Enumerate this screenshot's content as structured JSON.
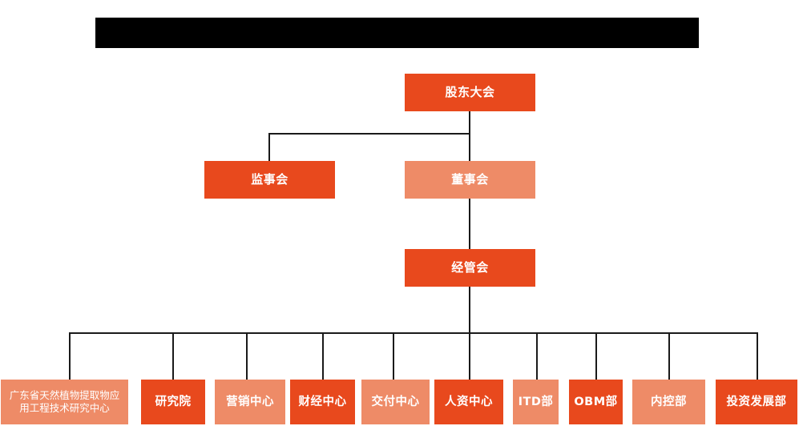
{
  "page": {
    "background_color": "#FFFFFF",
    "title_bar": {
      "label": "",
      "state": "redacted",
      "color": "#000000"
    }
  },
  "palette": {
    "dark_orange": "#E8491D",
    "light_orange": "#EE8B67",
    "connector": "#1A1A1A",
    "node_text": "#FFFFFF"
  },
  "org_chart": {
    "type": "organization-hierarchy",
    "levels": [
      {
        "level": 1,
        "nodes": [
          {
            "id": "shareholders-meeting",
            "label": "股东大会",
            "color": "dark"
          }
        ]
      },
      {
        "level": 2,
        "nodes": [
          {
            "id": "board-of-supervisors",
            "label": "监事会",
            "color": "dark"
          },
          {
            "id": "board-of-directors",
            "label": "董事会",
            "color": "light"
          }
        ]
      },
      {
        "level": 3,
        "nodes": [
          {
            "id": "management-committee",
            "label": "经管会",
            "color": "dark"
          }
        ]
      },
      {
        "level": 4,
        "nodes": [
          {
            "id": "guangdong-research-center",
            "label": "广东省天然植物提取物应用工程技术研究中心",
            "line1": "广东省天然植物提取物应",
            "line2": "用工程技术研究中心",
            "color": "light"
          },
          {
            "id": "research-institute",
            "label": "研究院",
            "color": "dark"
          },
          {
            "id": "marketing-center",
            "label": "营销中心",
            "color": "light"
          },
          {
            "id": "finance-center",
            "label": "财经中心",
            "color": "dark"
          },
          {
            "id": "delivery-center",
            "label": "交付中心",
            "color": "light"
          },
          {
            "id": "hr-center",
            "label": "人资中心",
            "color": "dark"
          },
          {
            "id": "itd-department",
            "label": "ITD部",
            "color": "light"
          },
          {
            "id": "obm-department",
            "label": "OBM部",
            "color": "dark"
          },
          {
            "id": "internal-control-department",
            "label": "内控部",
            "color": "light"
          },
          {
            "id": "investment-development-department",
            "label": "投资发展部",
            "color": "dark"
          }
        ]
      }
    ],
    "edges": [
      {
        "from": "shareholders-meeting",
        "to": "board-of-supervisors"
      },
      {
        "from": "shareholders-meeting",
        "to": "board-of-directors"
      },
      {
        "from": "board-of-directors",
        "to": "management-committee"
      },
      {
        "from": "management-committee",
        "to": "guangdong-research-center"
      },
      {
        "from": "management-committee",
        "to": "research-institute"
      },
      {
        "from": "management-committee",
        "to": "marketing-center"
      },
      {
        "from": "management-committee",
        "to": "finance-center"
      },
      {
        "from": "management-committee",
        "to": "delivery-center"
      },
      {
        "from": "management-committee",
        "to": "hr-center"
      },
      {
        "from": "management-committee",
        "to": "itd-department"
      },
      {
        "from": "management-committee",
        "to": "obm-department"
      },
      {
        "from": "management-committee",
        "to": "internal-control-department"
      },
      {
        "from": "management-committee",
        "to": "investment-development-department"
      }
    ]
  }
}
